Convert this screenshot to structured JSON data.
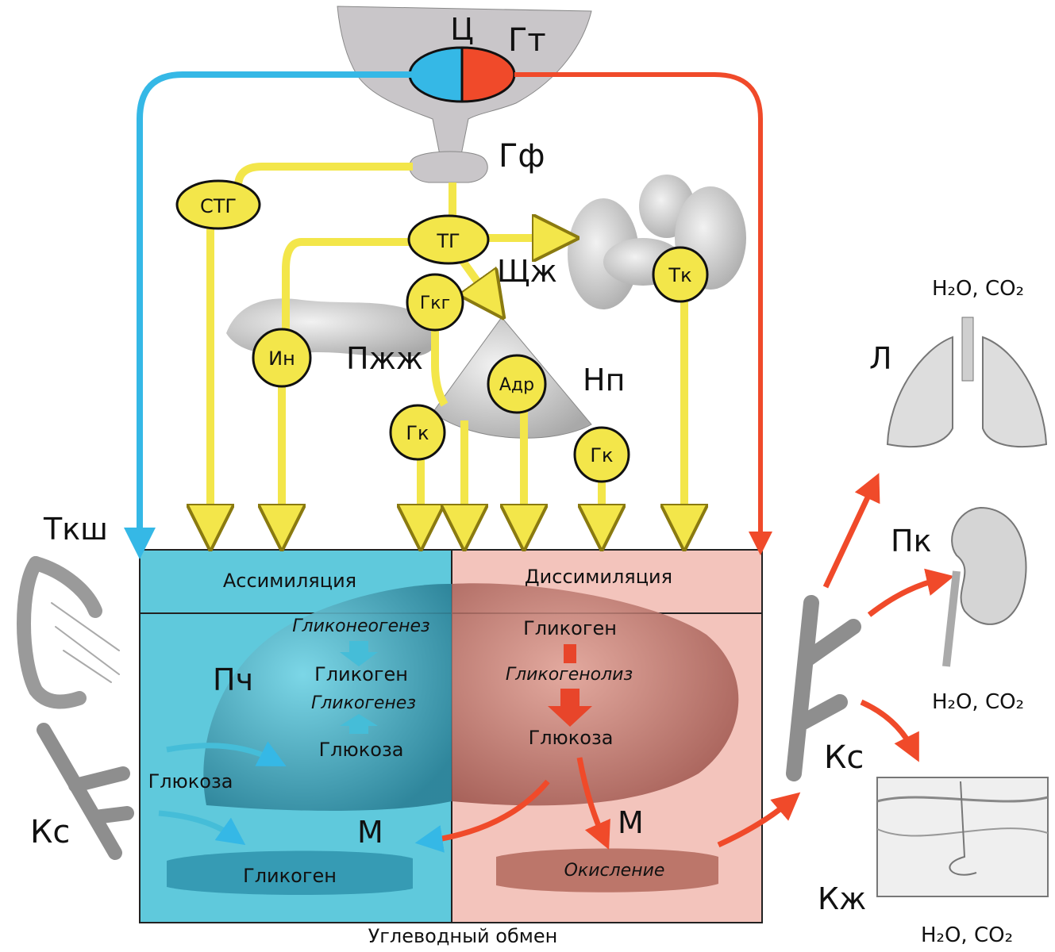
{
  "labels": {
    "hypothalamus": "Гт",
    "center": "Ц",
    "pituitary": "Гф",
    "thyroid": "Щж",
    "pancreas": "Пжж",
    "adrenal": "Нп",
    "lungs": "Л",
    "kidney": "Пк",
    "skin": "Кж",
    "tissue_capillary": "Ткш",
    "blood_vessel_left": "Кс",
    "blood_vessel_right": "Кс",
    "liver": "Пч",
    "muscle_left": "М",
    "muscle_right": "М"
  },
  "hormones": {
    "stg": "СТГ",
    "tg": "ТГ",
    "gkg": "Гкг",
    "insulin": "Ин",
    "adrenaline": "Адр",
    "gk_left": "Гк",
    "gk_right": "Гк",
    "tk": "Тк"
  },
  "products": {
    "lungs": "H₂O, CO₂",
    "kidney": "H₂O, CO₂",
    "skin": "H₂O, CO₂"
  },
  "assimilation": {
    "header": "Ассимиляция",
    "gluconeogenesis": "Гликонеогенез",
    "glycogen": "Гликоген",
    "glycogenesis": "Гликогенез",
    "glucose": "Глюкоза",
    "glucose_input": "Глюкоза",
    "muscle_glycogen": "Гликоген"
  },
  "dissimilation": {
    "header": "Диссимиляция",
    "glycogen": "Гликоген",
    "glycogenolysis": "Гликогенолиз",
    "glucose": "Глюкоза",
    "oxidation": "Окисление"
  },
  "caption": "Углеводный обмен",
  "colors": {
    "blue_path": "#35b8e6",
    "red_path": "#f04a2a",
    "yellow_path": "#f3e64a",
    "assimilation_bg": "#5fc9dc",
    "dissimilation_bg": "#f3c4bc",
    "organ_gray": "#c9c6c9"
  }
}
